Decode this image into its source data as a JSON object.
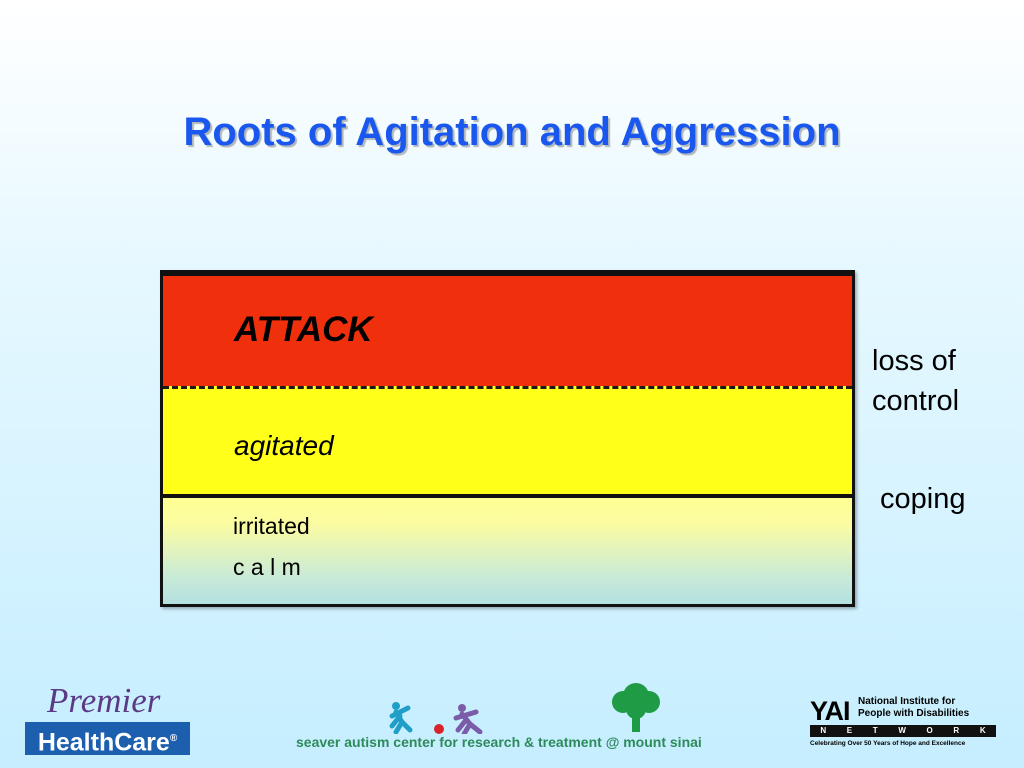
{
  "title": "Roots of Agitation and Aggression",
  "levels": {
    "attack": "ATTACK",
    "agitated": "agitated",
    "irritated": "irritated",
    "calm": "c a l m"
  },
  "thresholds": {
    "loss_of_control_line1": "loss of",
    "loss_of_control_line2": "control",
    "coping": "coping"
  },
  "colors": {
    "title": "#1a57ee",
    "attack": "#f0300c",
    "agitated": "#ffff19",
    "calm_top": "#ffff93",
    "calm_bottom": "#b4e0e0"
  },
  "logos": {
    "premier": {
      "script": "Premier",
      "box": "HealthCare",
      "mark": "®"
    },
    "seaver": {
      "text": "seaver autism center for research & treatment @ mount sinai"
    },
    "yai": {
      "mark": "YAI",
      "name_line1": "National Institute for",
      "name_line2": "People with Disabilities",
      "network_letters": [
        "N",
        "E",
        "T",
        "W",
        "O",
        "R",
        "K"
      ],
      "tagline": "Celebrating Over 50 Years of Hope and Excellence"
    }
  }
}
